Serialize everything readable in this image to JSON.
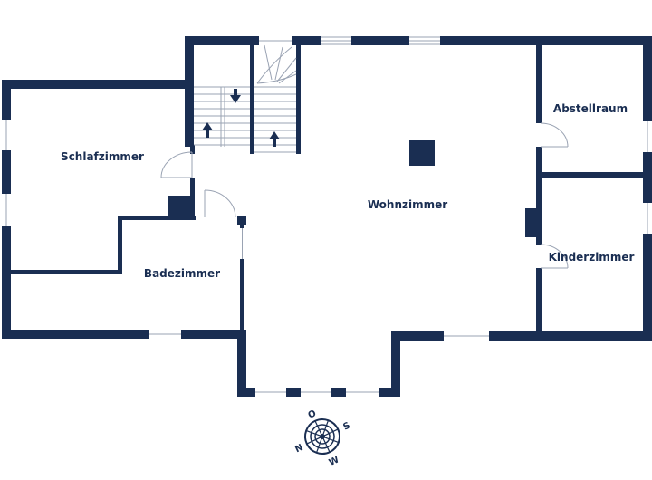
{
  "colors": {
    "wall": "#1a2e52",
    "background": "#ffffff",
    "thin_line": "#9aa3b3"
  },
  "rooms": {
    "schlafzimmer": "Schlafzimmer",
    "badezimmer": "Badezimmer",
    "wohnzimmer": "Wohnzimmer",
    "abstellraum": "Abstellraum",
    "kinderzimmer": "Kinderzimmer"
  },
  "compass": {
    "north": "N",
    "east": "O",
    "south": "S",
    "west": "W"
  },
  "icons": [
    "stair-arrow-down-icon",
    "stair-arrow-up-icon",
    "compass-rose-icon"
  ]
}
